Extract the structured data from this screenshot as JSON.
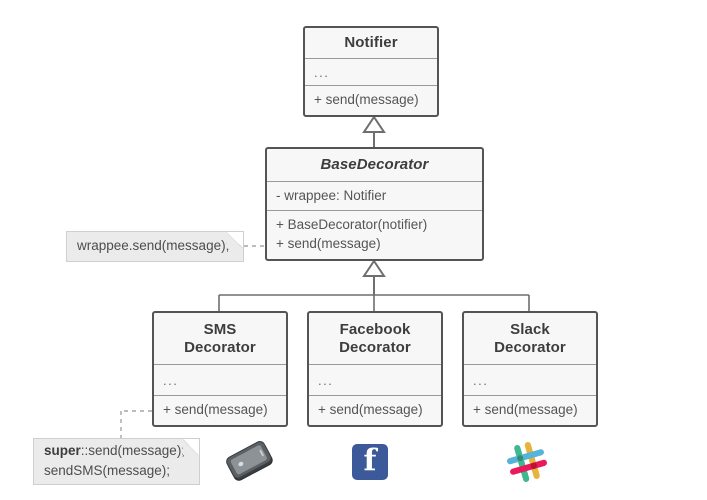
{
  "diagram": {
    "title": "Decorator pattern UML class diagram",
    "classes": [
      {
        "id": "notifier",
        "name": "Notifier",
        "abstract": false,
        "attributes": "...",
        "operations": [
          "+ send(message)"
        ]
      },
      {
        "id": "base-decorator",
        "name": "BaseDecorator",
        "abstract": true,
        "attributes": "- wrappee: Notifier",
        "operations": [
          "+ BaseDecorator(notifier)",
          "+ send(message)"
        ]
      },
      {
        "id": "sms-decorator",
        "name_line1": "SMS",
        "name_line2": "Decorator",
        "abstract": false,
        "attributes": "...",
        "operations": [
          "+ send(message)"
        ]
      },
      {
        "id": "facebook-decorator",
        "name_line1": "Facebook",
        "name_line2": "Decorator",
        "abstract": false,
        "attributes": "...",
        "operations": [
          "+ send(message)"
        ]
      },
      {
        "id": "slack-decorator",
        "name_line1": "Slack",
        "name_line2": "Decorator",
        "abstract": false,
        "attributes": "...",
        "operations": [
          "+ send(message)"
        ]
      }
    ],
    "notes": [
      {
        "id": "base-decorator-note",
        "lines": [
          "wrappee.send(message);"
        ]
      },
      {
        "id": "sms-decorator-note",
        "line1_bold": "super",
        "line1_rest": "::send(message);",
        "line2": "sendSMS(message);"
      }
    ],
    "icons": [
      {
        "id": "smartphone-icon",
        "label": "smartphone-icon"
      },
      {
        "id": "facebook-icon",
        "label": "facebook-icon",
        "glyph": "f",
        "color": "#3c5a99"
      },
      {
        "id": "slack-icon",
        "label": "slack-icon"
      }
    ],
    "relations": [
      {
        "type": "generalization",
        "from": "base-decorator",
        "to": "notifier"
      },
      {
        "type": "generalization",
        "from": "sms-decorator",
        "to": "base-decorator"
      },
      {
        "type": "generalization",
        "from": "facebook-decorator",
        "to": "base-decorator"
      },
      {
        "type": "generalization",
        "from": "slack-decorator",
        "to": "base-decorator"
      },
      {
        "type": "note-link",
        "from": "base-decorator-note",
        "to": "base-decorator"
      },
      {
        "type": "note-link",
        "from": "sms-decorator-note",
        "to": "sms-decorator"
      }
    ],
    "colors": {
      "box_fill": "#f7f7f7",
      "box_border": "#545454",
      "row_divider": "#9a9a9a",
      "note_fill": "#ebebeb",
      "note_border": "#cfcfcf",
      "connector": "#6e6e6e",
      "text": "#4d4d4d",
      "facebook_blue": "#3c5a99",
      "slack_teal": "#3eb890",
      "slack_yellow": "#e8b33a",
      "slack_pink": "#e9195c",
      "slack_blue": "#56b4d8",
      "phone_gray": "#4b4f52"
    }
  }
}
